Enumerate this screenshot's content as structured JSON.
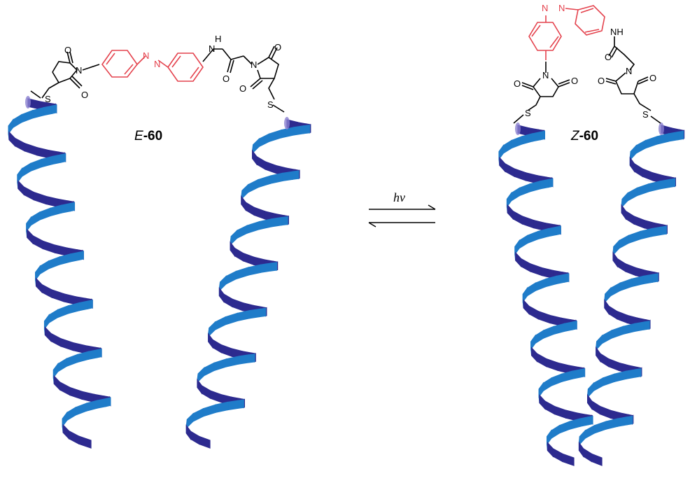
{
  "figure": {
    "left_molecule": {
      "label_prefix": "E",
      "label_number": "-60",
      "atoms": {
        "o_top": "O",
        "o_bottom": "O",
        "n_imide": "N",
        "s_left": "S",
        "n_azo_1": "N",
        "n_azo_2": "N",
        "nh": "N",
        "h": "H",
        "o_amide": "O",
        "n_imide_2": "N",
        "o_top_2": "O",
        "o_bottom_2": "O",
        "s_right": "S"
      }
    },
    "right_molecule": {
      "label_prefix": "Z",
      "label_number": "-60",
      "atoms": {
        "n_azo_1": "N",
        "n_azo_2": "N",
        "nh": "NH",
        "o_amide": "O",
        "n_imide_left": "N",
        "n_imide_right": "N",
        "o_left_1": "O",
        "o_left_2": "O",
        "o_right_1": "O",
        "o_right_2": "O",
        "s_left": "S",
        "s_right": "S"
      }
    },
    "equilibrium": {
      "label": "hν"
    },
    "colors": {
      "helix_dark": "#2d2a8f",
      "helix_light": "#1f7cc9",
      "azobenzene": "#e4424d",
      "bonds": "#000000",
      "cysteine_marker": "#8a7fd0"
    }
  }
}
